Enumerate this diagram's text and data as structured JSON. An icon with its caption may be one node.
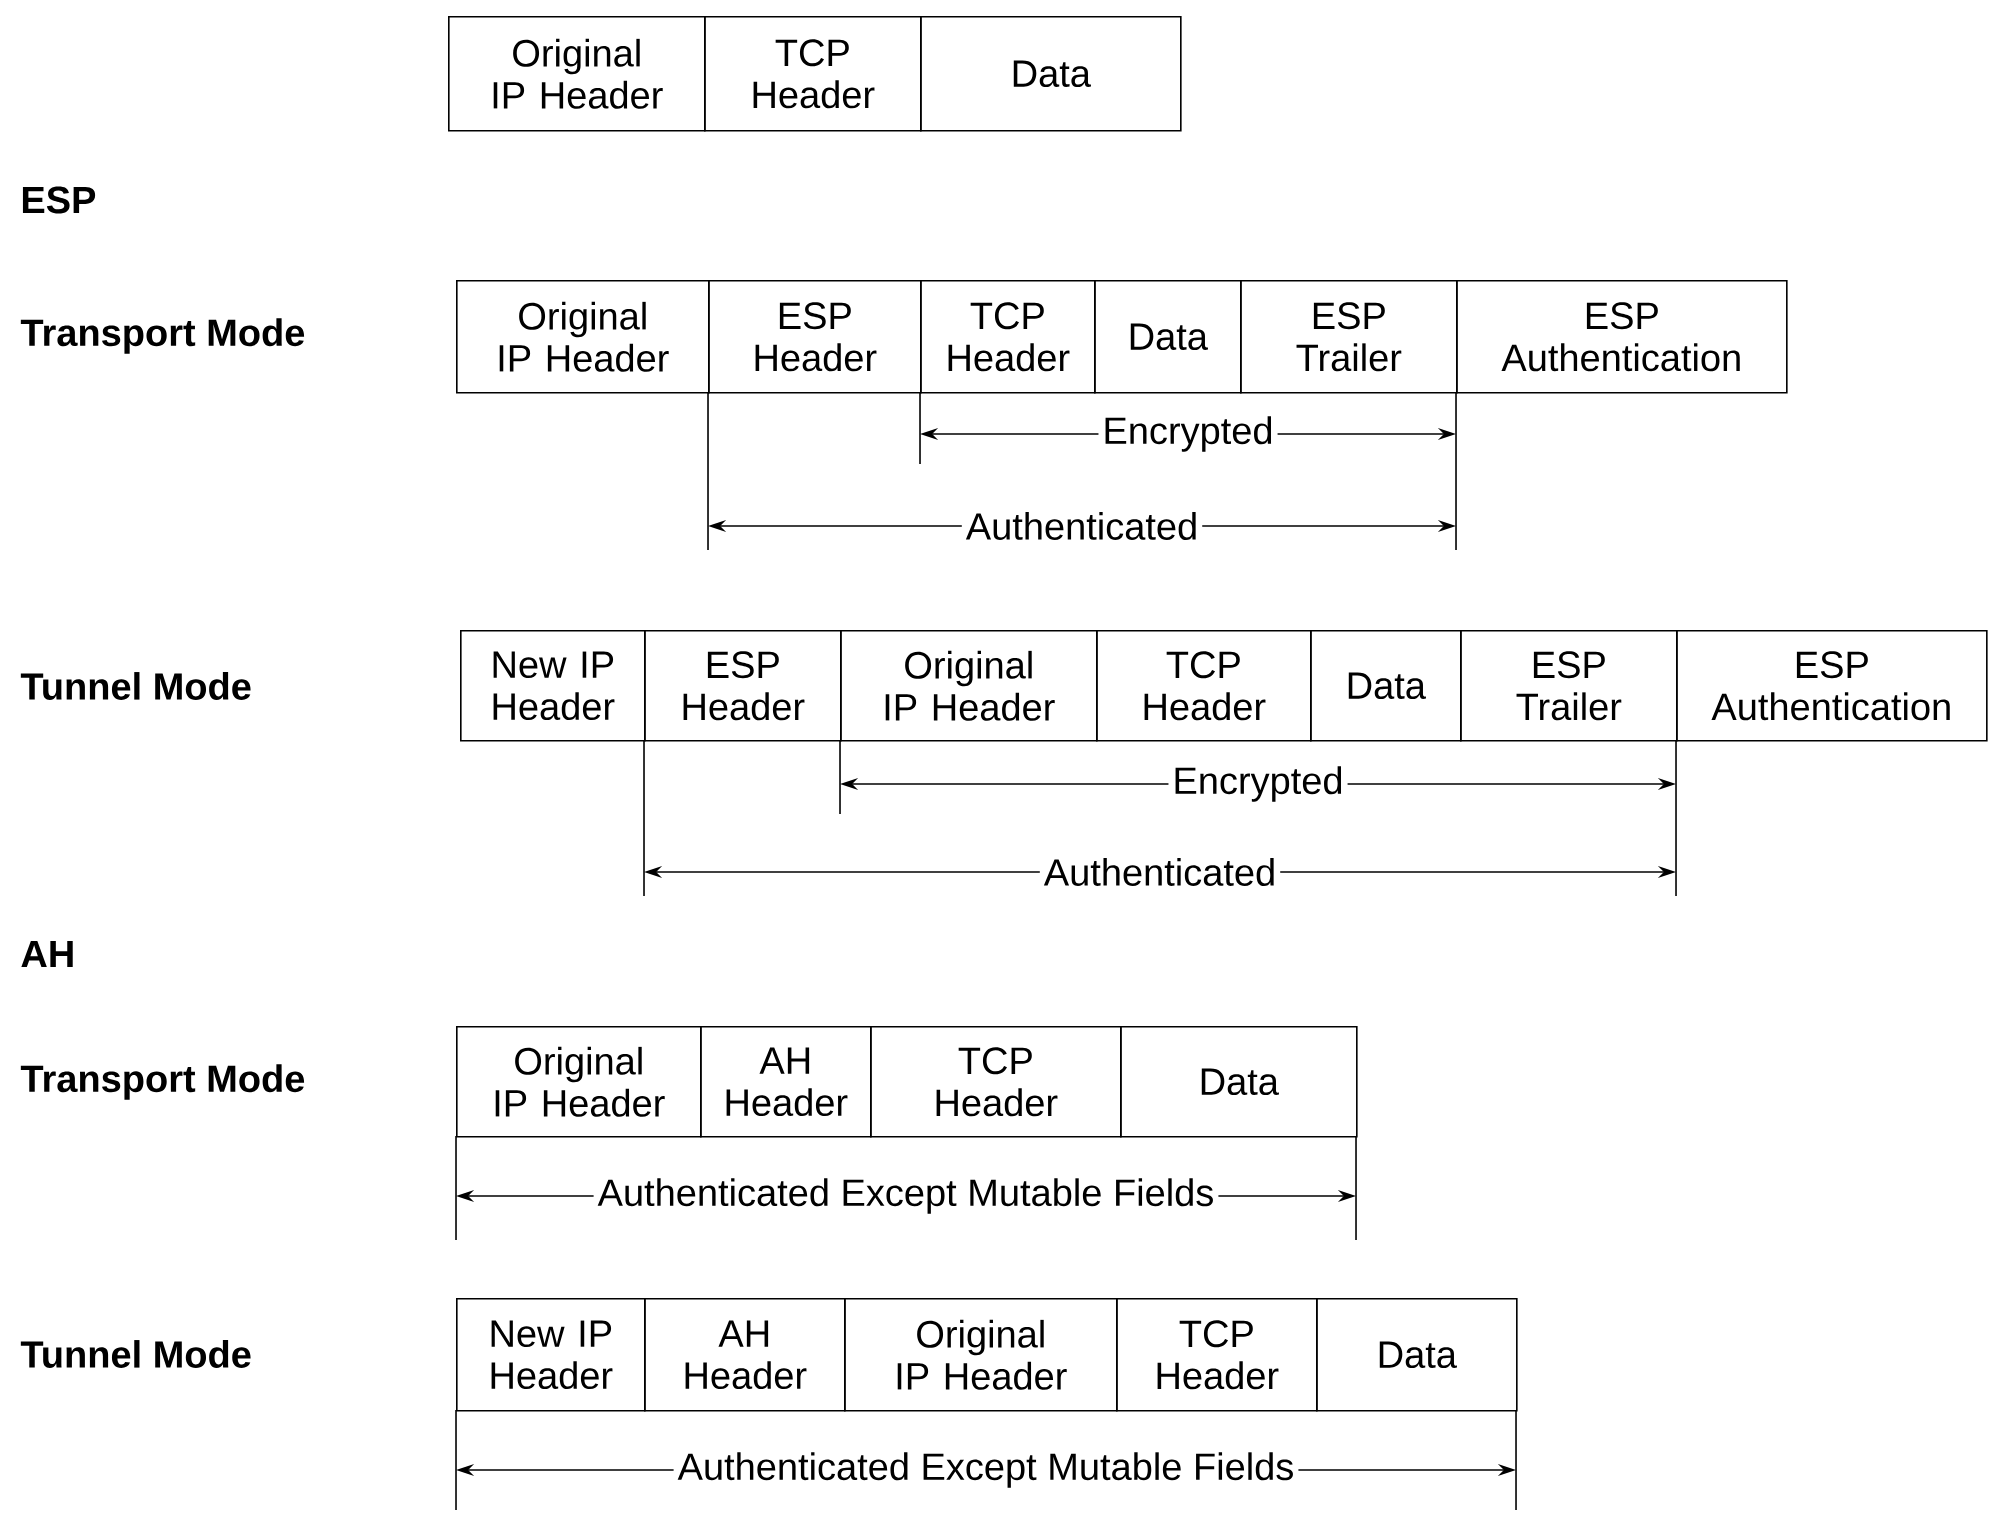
{
  "diagram": {
    "nodes": [
      {
        "text": [
          "Original IP Header"
        ]
      },
      {
        "text": [
          "TCP Header"
        ]
      },
      {
        "text": [
          "Data"
        ]
      },
      {
        "text": [
          "Original IP Header"
        ]
      },
      {
        "text": [
          "ESP Header"
        ]
      },
      {
        "text": [
          "TCP Header"
        ]
      },
      {
        "text": [
          "Data"
        ]
      },
      {
        "text": [
          "ESP Trailer"
        ]
      },
      {
        "text": [
          "ESP Authentication"
        ]
      },
      {
        "text": [
          "New IP Header"
        ]
      },
      {
        "text": [
          "ESP Header"
        ]
      },
      {
        "text": [
          "Original IP Header"
        ]
      },
      {
        "text": [
          "TCP Header"
        ]
      },
      {
        "text": [
          "Data"
        ]
      },
      {
        "text": [
          "ESP Trailer"
        ]
      },
      {
        "text": [
          "ESP Authentication"
        ]
      },
      {
        "text": [
          "Original IP Header"
        ]
      },
      {
        "text": [
          "AH Header"
        ]
      },
      {
        "text": [
          "TCP Header"
        ]
      },
      {
        "text": [
          "Data"
        ]
      },
      {
        "text": [
          "New IP Header"
        ]
      },
      {
        "text": [
          "AH Header"
        ]
      },
      {
        "text": [
          "Original IP Header"
        ]
      },
      {
        "text": [
          "TCP Header"
        ]
      },
      {
        "text": [
          "Data"
        ]
      }
    ],
    "labels": [
      "ESP",
      "Transport Mode",
      "Encrypted",
      "Authenticated",
      "Tunnel Mode",
      "Encrypted",
      "Authenticated",
      "AH",
      "Transport Mode",
      "Authenticated Except Mutable Fields",
      "Tunnel Mode",
      "Authenticated Except Mutable Fields"
    ]
  }
}
